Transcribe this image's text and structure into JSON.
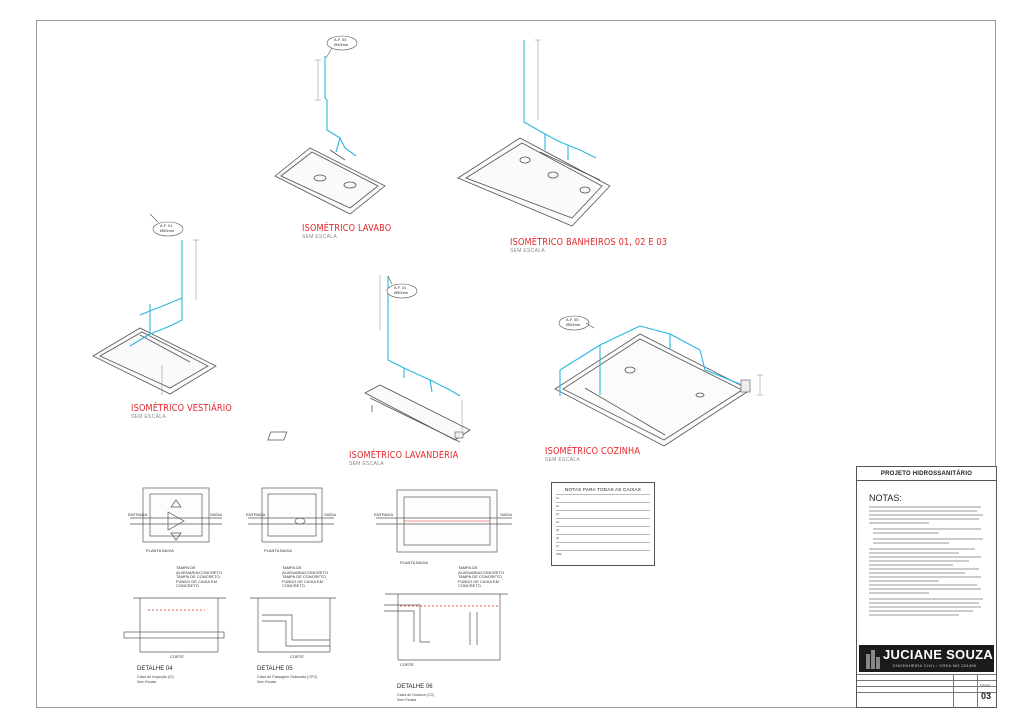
{
  "drawings": {
    "lavabo": {
      "title": "ISOMÉTRICO LAVABO",
      "scale": "SEM ESCALA",
      "tag": "A.F. 04",
      "diameter": "Ø40mm"
    },
    "banheiros": {
      "title": "ISOMÉTRICO BANHEIROS 01, 02 E 03",
      "scale": "SEM ESCALA"
    },
    "vestiario": {
      "title": "ISOMÉTRICO VESTIÁRIO",
      "scale": "SEM ESCALA",
      "tag": "A.F. 01",
      "diameter": "Ø50mm"
    },
    "lavanderia": {
      "title": "ISOMÉTRICO LAVANDERIA",
      "scale": "SEM ESCALA",
      "tag": "A.F. 01",
      "diameter": "Ø50mm"
    },
    "cozinha": {
      "title": "ISOMÉTRICO COZINHA",
      "scale": "SEM ESCALA",
      "tag": "A.F. 05",
      "diameter": "Ø50mm"
    }
  },
  "details": {
    "d04": {
      "title": "DETALHE 04",
      "desc": "Caixa de Inspeção (CI)",
      "scale": "Sem Escala",
      "plan_label": "PLANTA BAIXA",
      "entrada": "ENTRADA",
      "saida": "SAÍDA",
      "note": "TAMPA DE ALVENARIA/CONCRETO TAMPA DE CONCRETO, FUNDO DE CAIXA EM CONCRETO",
      "cut": "CORTE"
    },
    "d05": {
      "title": "DETALHE 05",
      "desc": "Caixa de Passagem Ordenada (CPO)",
      "scale": "Sem Escala",
      "plan_label": "PLANTA BAIXA",
      "entrada": "ENTRADA",
      "saida": "SAÍDA",
      "note": "TAMPA DE ALVENARIA/CONCRETO TAMPA DE CONCRETO, FUNDO DE CAIXA EM CONCRETO",
      "cut": "CORTE"
    },
    "d06": {
      "title": "DETALHE 06",
      "desc": "Caixa de Gordura (CG)",
      "scale": "Sem Escala",
      "plan_label": "PLANTA BAIXA",
      "entrada": "ENTRADA",
      "saida": "SAÍDA",
      "note": "TAMPA DE ALVENARIA/CONCRETO TAMPA DE CONCRETO, FUNDO DE CAIXA EM CONCRETO",
      "cut": "CORTE"
    }
  },
  "notes_box": {
    "title": "NOTAS PARA TODAS AS CAIXAS",
    "items": [
      "01 - ",
      "02 - ",
      "03 - ",
      "04 - ",
      "05 - ",
      "06 - ",
      "07 - ",
      "OBS: "
    ]
  },
  "title_block": {
    "project": "PROJETO HIDROSSANITÁRIO",
    "notes_heading": "NOTAS:",
    "company": "JUCIANE SOUZA",
    "role": "ENGENHEIRA CIVIL / CREA MG 224496",
    "sheet_label": "FOLHA",
    "sheet": "03"
  },
  "colors": {
    "pipe": "#2bb7e0",
    "title": "#e3262b",
    "line": "#555555"
  }
}
